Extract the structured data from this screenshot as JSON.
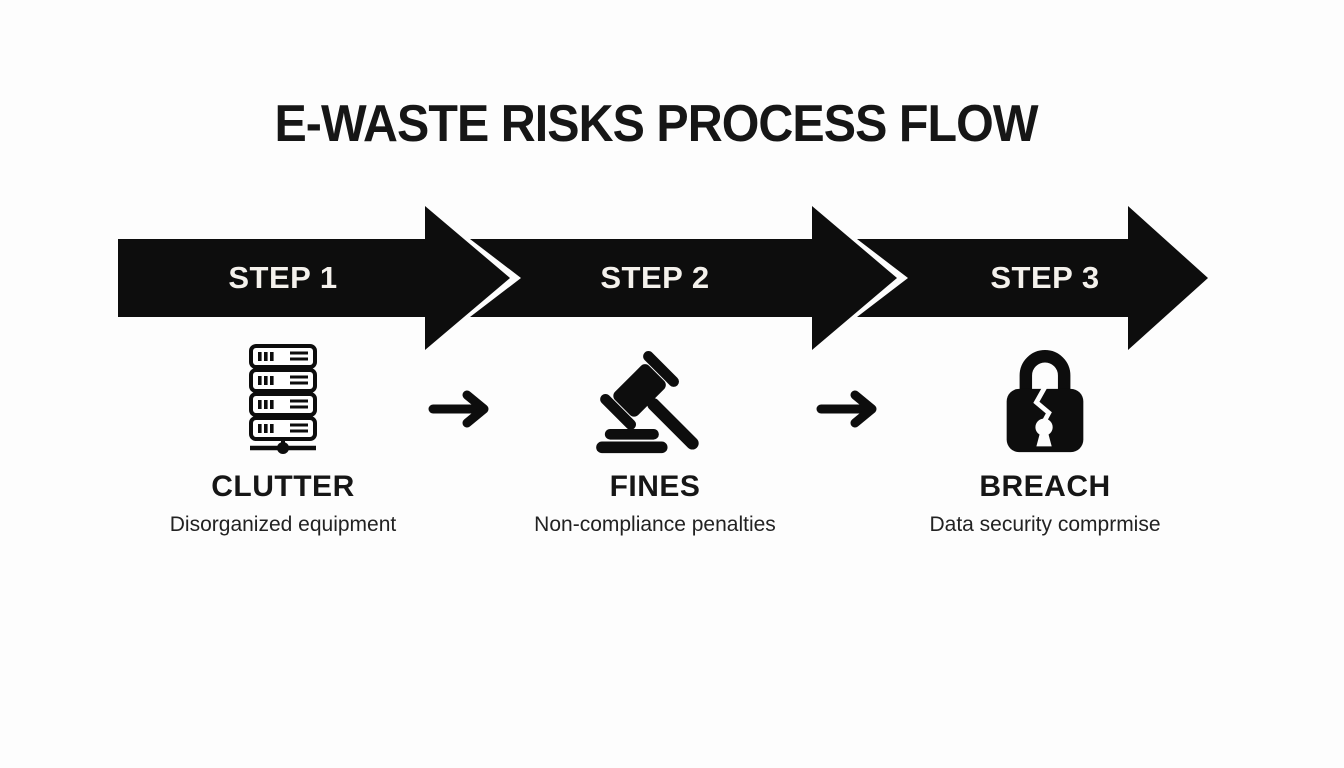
{
  "title": "E-WASTE RISKS PROCESS FLOW",
  "colors": {
    "arrow": "#0d0d0d",
    "step_text": "#f4f1ec",
    "text": "#161616",
    "background": "#fdfdfd"
  },
  "steps": [
    {
      "banner": "STEP 1",
      "icon": "server-rack-icon",
      "label": "CLUTTER",
      "description": "Disorganized equipment"
    },
    {
      "banner": "STEP 2",
      "icon": "gavel-icon",
      "label": "FINES",
      "description": "Non-compliance penalties"
    },
    {
      "banner": "STEP 3",
      "icon": "broken-lock-icon",
      "label": "BREACH",
      "description": "Data security comprmise"
    }
  ],
  "connectors": [
    "arrow-right-icon",
    "arrow-right-icon"
  ]
}
